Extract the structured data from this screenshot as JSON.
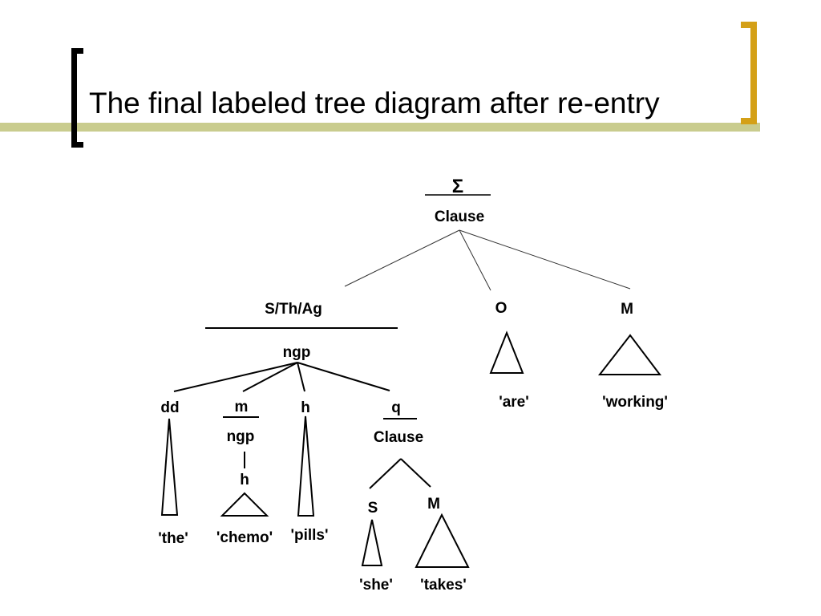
{
  "slide": {
    "title": "The final labeled tree diagram after re-entry"
  },
  "colors": {
    "title_bar": "#c9cc8e",
    "left_bracket": "#000000",
    "right_bracket": "#d4a017"
  },
  "tree": {
    "root": {
      "function": "Σ",
      "category": "Clause"
    },
    "subject": {
      "function": "S/Th/Ag",
      "category": "ngp"
    },
    "operator": {
      "function": "O",
      "word": "'are'"
    },
    "main_verb": {
      "function": "M",
      "word": "'working'"
    },
    "deictic": {
      "function": "dd",
      "word": "'the'"
    },
    "modifier": {
      "function": "m",
      "category": "ngp",
      "head": "h",
      "word": "'chemo'"
    },
    "head": {
      "function": "h",
      "word": "'pills'"
    },
    "qualifier": {
      "function": "q",
      "category": "Clause"
    },
    "q_subject": {
      "function": "S",
      "word": "'she'"
    },
    "q_main_verb": {
      "function": "M",
      "word": "'takes'"
    }
  }
}
